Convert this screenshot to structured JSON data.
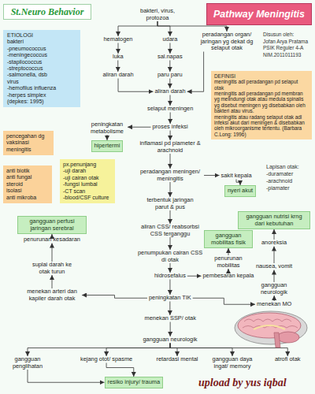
{
  "diagram": {
    "title": "Pathway Meningitis",
    "nodes": [
      {
        "text": [
          "bakteri, virus, protozoa"
        ]
      },
      {
        "text": [
          "ETIOLOGI",
          "bakteri",
          "-pneumococcus",
          "-meningecoccus",
          "-stapilococcus",
          "-streptococcus",
          "-salmonella, dsb",
          "virus",
          "-hemofilus influenza",
          "-herpes simplex",
          "(depkes: 1995)"
        ]
      },
      {
        "text": [
          "hematogen"
        ]
      },
      {
        "text": [
          "udara"
        ]
      },
      {
        "text": [
          "peradangan organ/ jaringan yg dekat dg selaput otak"
        ]
      },
      {
        "text": [
          "luka"
        ]
      },
      {
        "text": [
          "sal.napas"
        ]
      },
      {
        "text": [
          "DEFINISI",
          "meningitis adl peradangan pd selaput otak",
          "meningitis adl peradangan pd membran yg melindungi otak atau medula spinalis yg disebut meningen yg disebabkan oleh bakteri atau virus.",
          "meningitis atau radang selaput otak adl infeksi akut dari meningen & disebabkan oleh mikroorganisme tertentu. (Barbara C.Long: 1996)"
        ]
      },
      {
        "text": [
          "aliran darah"
        ]
      },
      {
        "text": [
          "paru paru"
        ]
      },
      {
        "text": [
          "aliran darah"
        ]
      },
      {
        "text": [
          "selaput meningen"
        ]
      },
      {
        "text": [
          "pencegahan dg vaksinasi meningitis"
        ]
      },
      {
        "text": [
          "peningkatan metabolisme"
        ]
      },
      {
        "text": [
          "proses infeksi"
        ]
      },
      {
        "text": [
          "hipertermi"
        ]
      },
      {
        "text": [
          "inflamasi pd piameter & arachnoid"
        ]
      },
      {
        "text": [
          "px.penunjang",
          "-uji darah",
          "-uji cairan otak",
          "-fungsi lumbal",
          "-CT scan",
          "-blood/CSF culture"
        ]
      },
      {
        "text": [
          "anti biotik",
          "anti fungal",
          "steroid",
          "isolasi",
          "anti mikroba"
        ]
      },
      {
        "text": [
          "peradangan meningen/ meningitis"
        ]
      },
      {
        "text": [
          "sakit kepala"
        ]
      },
      {
        "text": [
          "nyeri akut"
        ]
      },
      {
        "text": [
          "terbentuk jaringan parut & pus"
        ]
      },
      {
        "text": [
          "gangguan perfusi jaringan serebral"
        ]
      },
      {
        "text": [
          "aliran CSS/ reabsorbsi CSS terganggu"
        ]
      },
      {
        "text": [
          "gangguan nutrisi krng dari kebutuhan"
        ]
      },
      {
        "text": [
          "penurunan kesadaran"
        ]
      },
      {
        "text": [
          "anoreksia"
        ]
      },
      {
        "text": [
          "gangguan mobilitas fisik"
        ]
      },
      {
        "text": [
          "penumpukan cairan CSS di otak"
        ]
      },
      {
        "text": [
          "suplai darah ke otak turun"
        ]
      },
      {
        "text": [
          "penurunan mobilitas"
        ]
      },
      {
        "text": [
          "nausea, vomit"
        ]
      },
      {
        "text": [
          "hidrosefalus"
        ]
      },
      {
        "text": [
          "pembesaran kepala"
        ]
      },
      {
        "text": [
          "gangguan neurologik"
        ]
      },
      {
        "text": [
          "menekan arteri dan kapiler darah otak"
        ]
      },
      {
        "text": [
          "peningkatan TIK"
        ]
      },
      {
        "text": [
          "menekan MO"
        ]
      },
      {
        "text": [
          "menekan SSP/ otak"
        ]
      },
      {
        "text": [
          "gangguan neurologik"
        ]
      },
      {
        "text": [
          "gangguan penglihatan"
        ]
      },
      {
        "text": [
          "kejang otot/ spasme"
        ]
      },
      {
        "text": [
          "retardasi mental"
        ]
      },
      {
        "text": [
          "gangguan daya ingat/ memory"
        ]
      },
      {
        "text": [
          "atrofi otak"
        ]
      },
      {
        "text": [
          "resiko injury/ trauma"
        ]
      }
    ],
    "edges": [
      {
        "from": 0,
        "to": 2,
        "arrow": "to"
      },
      {
        "from": 0,
        "to": 3,
        "arrow": "to"
      },
      {
        "from": 0,
        "to": 4,
        "arrow": "to"
      },
      {
        "from": 2,
        "to": 5,
        "arrow": "to"
      },
      {
        "from": 3,
        "to": 6,
        "arrow": "to"
      },
      {
        "from": 5,
        "to": 8,
        "arrow": "to"
      },
      {
        "from": 6,
        "to": 9,
        "arrow": "to"
      },
      {
        "from": 8,
        "to": 10,
        "arrow": "to"
      },
      {
        "from": 9,
        "to": 10,
        "arrow": "to"
      },
      {
        "from": 4,
        "to": 10,
        "arrow": "to"
      },
      {
        "from": 10,
        "to": 11,
        "arrow": "to"
      },
      {
        "from": 11,
        "to": 14,
        "arrow": "to"
      },
      {
        "from": 14,
        "to": 13,
        "arrow": "to"
      },
      {
        "from": 13,
        "to": 15,
        "arrow": "to"
      },
      {
        "from": 14,
        "to": 16,
        "arrow": "to"
      },
      {
        "from": 16,
        "to": 19,
        "arrow": "to"
      },
      {
        "from": 19,
        "to": 20,
        "arrow": "to"
      },
      {
        "from": 20,
        "to": 21,
        "arrow": "to"
      },
      {
        "from": 19,
        "to": 22,
        "arrow": "to"
      },
      {
        "from": 22,
        "to": 24,
        "arrow": "to"
      },
      {
        "from": 24,
        "to": 29,
        "arrow": "to"
      },
      {
        "from": 29,
        "to": 33,
        "arrow": "to"
      },
      {
        "from": 33,
        "to": 34,
        "arrow": "to"
      },
      {
        "from": 34,
        "to": 31,
        "arrow": "to"
      },
      {
        "from": 31,
        "to": 28,
        "arrow": "to"
      },
      {
        "from": 33,
        "to": 37,
        "arrow": "to"
      },
      {
        "from": 37,
        "to": 38,
        "arrow": "to"
      },
      {
        "from": 38,
        "to": 35,
        "arrow": "to"
      },
      {
        "from": 35,
        "to": 32,
        "arrow": "to"
      },
      {
        "from": 32,
        "to": 27,
        "arrow": "to"
      },
      {
        "from": 27,
        "to": 25,
        "arrow": "to"
      },
      {
        "from": 37,
        "to": 39,
        "arrow": "to"
      },
      {
        "from": 39,
        "to": 40,
        "arrow": "to"
      },
      {
        "from": 40,
        "to": 41,
        "arrow": "to"
      },
      {
        "from": 40,
        "to": 42,
        "arrow": "to"
      },
      {
        "from": 40,
        "to": 43,
        "arrow": "to"
      },
      {
        "from": 40,
        "to": 44,
        "arrow": "to"
      },
      {
        "from": 40,
        "to": 45,
        "arrow": "to"
      },
      {
        "from": 41,
        "to": 46,
        "arrow": "to"
      },
      {
        "from": 42,
        "to": 46,
        "arrow": "to"
      },
      {
        "from": 37,
        "to": 36,
        "arrow": "to"
      },
      {
        "from": 36,
        "to": 30,
        "arrow": "to"
      },
      {
        "from": 30,
        "to": 26,
        "arrow": "to"
      },
      {
        "from": 26,
        "to": 23,
        "arrow": "to"
      }
    ],
    "labels": [
      "St.Neuro Behavior",
      "Disusun oleh:",
      "Jofan Arya Pratama",
      "PSIK Reguler 4-A",
      "NIM.2011011193",
      "Lapisan otak:",
      "-duramater",
      "-arachnoid",
      "-piamater",
      "upload by yus iqbal"
    ]
  }
}
